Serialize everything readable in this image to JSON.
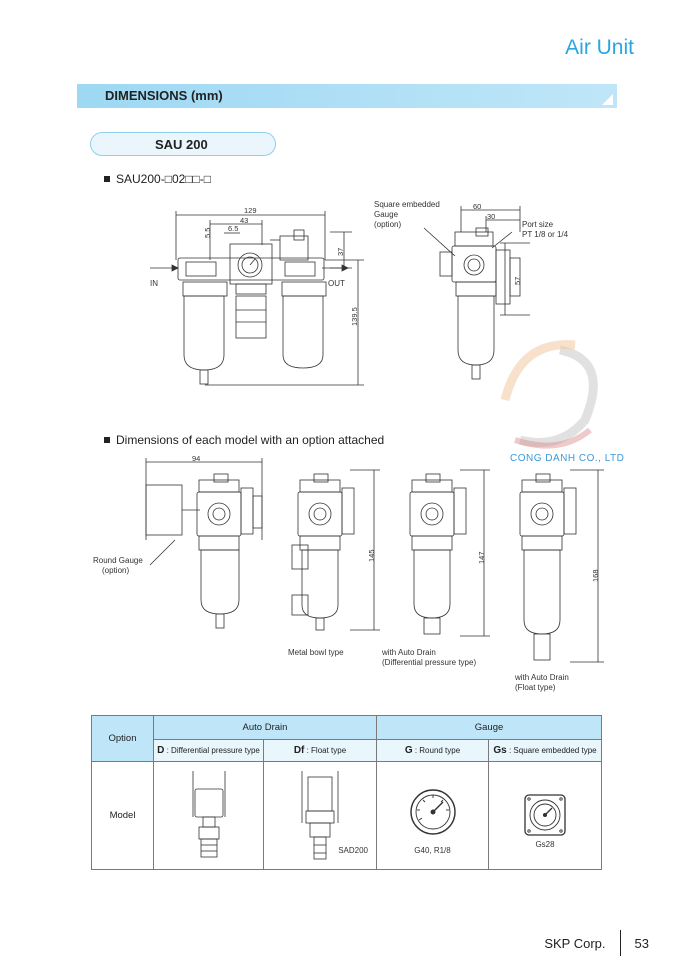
{
  "header": {
    "title": "Air Unit"
  },
  "section": {
    "title": "DIMENSIONS (mm)"
  },
  "model": {
    "name": "SAU 200",
    "code": "SAU200-□02□□-□"
  },
  "main_drawing": {
    "dims": {
      "width_total": "129",
      "width_a": "43",
      "d55": "5.5",
      "d65": "6.5",
      "height_top": "37",
      "height_total": "139.5"
    },
    "in_label": "IN",
    "out_label": "OUT"
  },
  "side_drawing": {
    "square_gauge": [
      "Square embedded",
      "Gauge",
      "(option)"
    ],
    "dims": {
      "d60": "60",
      "d30": "30",
      "d57": "57"
    },
    "port": [
      "Port size",
      "PT 1/8 or 1/4"
    ]
  },
  "options_section": {
    "title": "Dimensions of each model with an option attached",
    "dim94": "94",
    "round_gauge": [
      "Round Gauge",
      "(option)"
    ],
    "metal_bowl": "Metal bowl type",
    "dim145": "145",
    "auto_drain_diff": [
      "with Auto Drain",
      "(Differential pressure type)"
    ],
    "dim147": "147",
    "auto_drain_float": [
      "with Auto Drain",
      "(Float type)"
    ],
    "dim168": "168"
  },
  "logo": {
    "text": "CONG DANH CO., LTD"
  },
  "table": {
    "option_label": "Option",
    "auto_drain": "Auto Drain",
    "gauge": "Gauge",
    "d_code": "D",
    "d_desc": " : Differential pressure type",
    "df_code": "Df",
    "df_desc": " : Float type",
    "g_code": "G",
    "g_desc": " : Round type",
    "gs_code": "Gs",
    "gs_desc": " : Square embedded  type",
    "model_label": "Model",
    "sad200": "SAD200",
    "g40": "G40, R1/8",
    "gs28": "Gs28"
  },
  "footer": {
    "company": "SKP Corp.",
    "page": "53"
  }
}
